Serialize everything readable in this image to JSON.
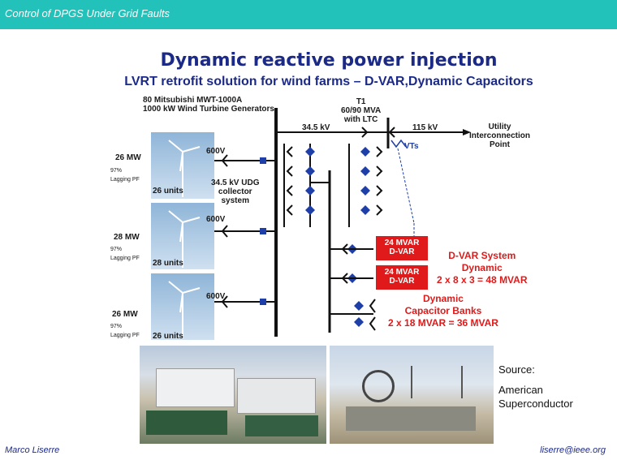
{
  "header": {
    "title": "Control of DPGS Under Grid Faults"
  },
  "slide": {
    "title": "Dynamic reactive power injection",
    "subtitle": "LVRT retrofit solution for wind farms – D-VAR,Dynamic Capacitors"
  },
  "diagram": {
    "turbine_header": [
      "80 Mitsubishi MWT-1000A",
      "1000 kW Wind Turbine Generators"
    ],
    "transformer": [
      "T1",
      "60/90 MVA",
      "with LTC"
    ],
    "bus_345": "34.5 kV",
    "bus_115": "115 kV",
    "utility": [
      "Utility",
      "Interconnection",
      "Point"
    ],
    "vts": "VTs",
    "collector": [
      "34.5 kV UDG",
      "collector",
      "system"
    ],
    "groups": [
      {
        "mw": "26 MW",
        "pf": [
          "97%",
          "Lagging PF"
        ],
        "units": "26 units",
        "voltage": "600V"
      },
      {
        "mw": "28 MW",
        "pf": [
          "97%",
          "Lagging PF"
        ],
        "units": "28 units",
        "voltage": "600V"
      },
      {
        "mw": "26 MW",
        "pf": [
          "97%",
          "Lagging PF"
        ],
        "units": "26 units",
        "voltage": "600V"
      }
    ],
    "dvar_units": [
      [
        "24 MVAR",
        "D-VAR"
      ],
      [
        "24 MVAR",
        "D-VAR"
      ]
    ],
    "dvar_system": [
      "D-VAR System",
      "Dynamic",
      "2 x 8 x 3 = 48 MVAR"
    ],
    "dyncap": [
      "Dynamic",
      "Capacitor Banks",
      "2 x 18 MVAR = 36 MVAR"
    ]
  },
  "source": {
    "line1": "Source:",
    "line2": "American",
    "line3": "Superconductor"
  },
  "footer": {
    "author": "Marco Liserre",
    "email": "liserre@ieee.org"
  }
}
